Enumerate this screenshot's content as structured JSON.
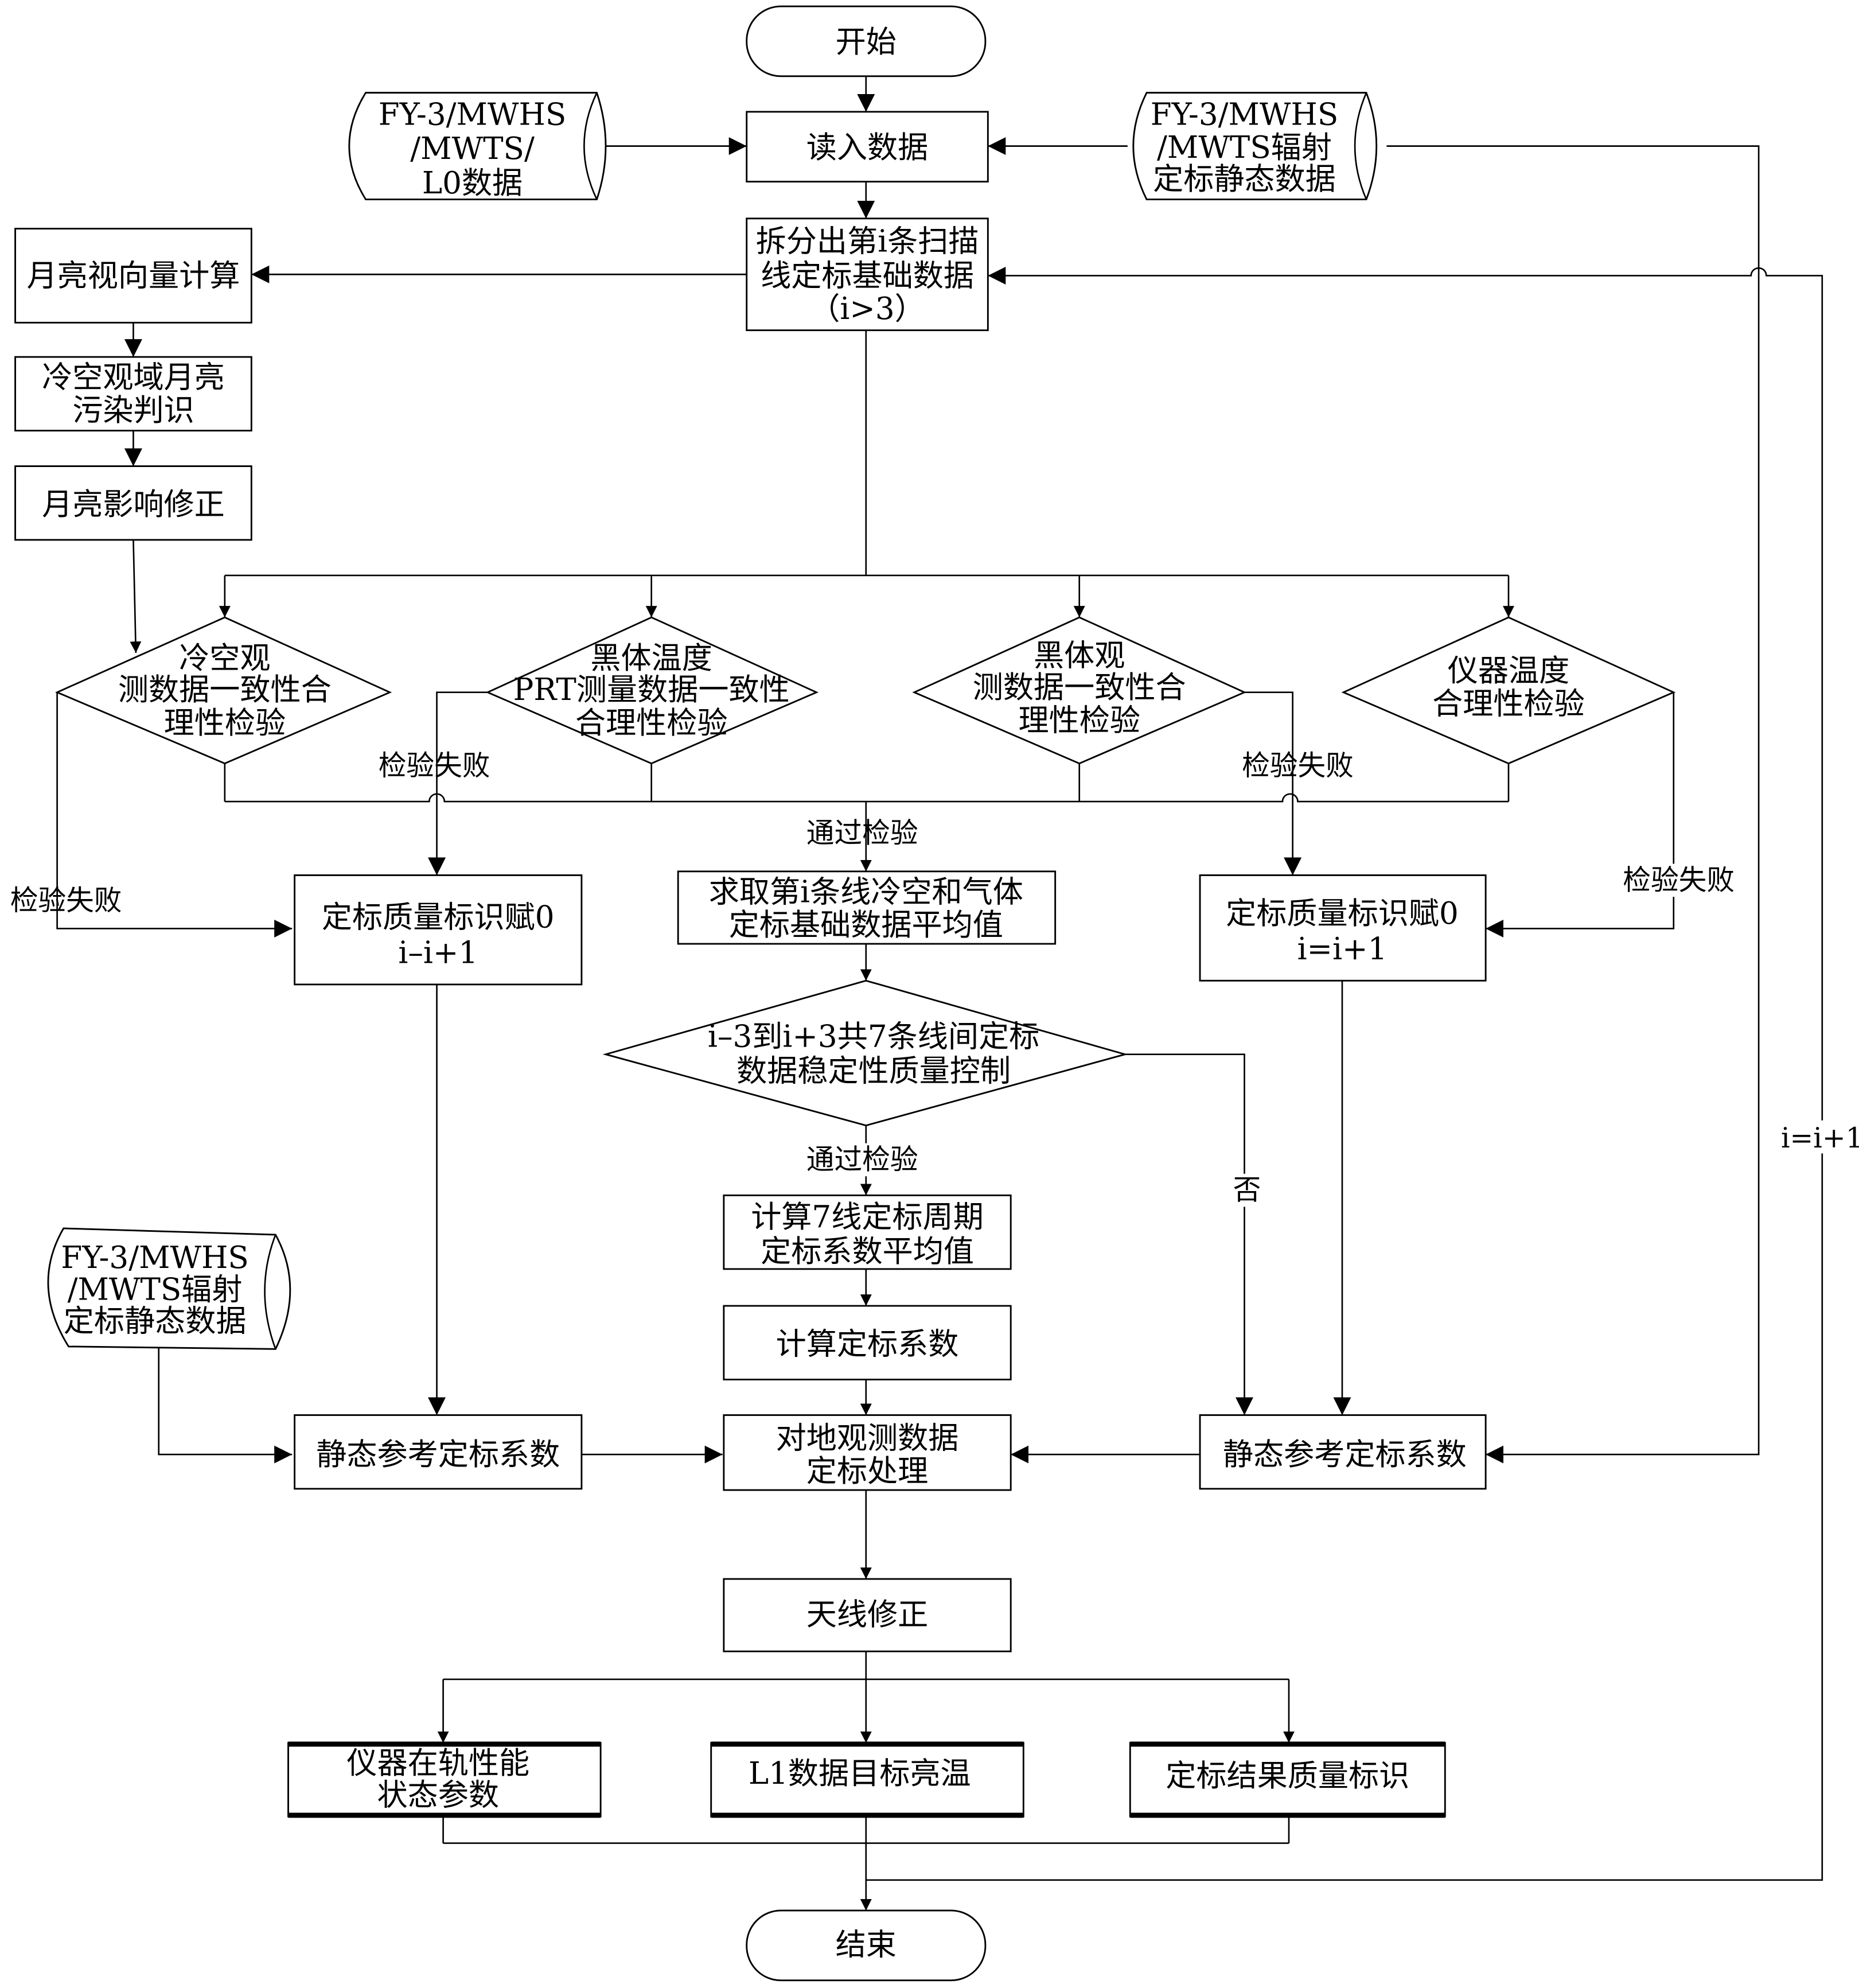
{
  "diagram": {
    "type": "flowchart",
    "nodes": {
      "start": {
        "kind": "terminal",
        "text": "开始"
      },
      "input_l0": {
        "kind": "data-store",
        "lines": [
          "FY-3/MWHS",
          "/MWTS/",
          "L0数据"
        ]
      },
      "read_data": {
        "kind": "process",
        "text": "读入数据"
      },
      "static_data_top": {
        "kind": "data-store",
        "lines": [
          "FY-3/MWHS",
          "/MWTS辐射",
          "定标静态数据"
        ]
      },
      "split_scan": {
        "kind": "process",
        "lines": [
          "拆分出第i条扫描",
          "线定标基础数据",
          "（i>3）"
        ]
      },
      "moon_vector": {
        "kind": "process",
        "text": "月亮视向量计算"
      },
      "moon_contam": {
        "kind": "process",
        "lines": [
          "冷空观域月亮",
          "污染判识"
        ]
      },
      "moon_correct": {
        "kind": "process",
        "text": "月亮影响修正"
      },
      "check_cold": {
        "kind": "decision",
        "lines": [
          "冷空观",
          "测数据一致性合",
          "理性检验"
        ]
      },
      "check_prt": {
        "kind": "decision",
        "lines": [
          "黑体温度",
          "PRT测量数据一致性",
          "合理性检验"
        ]
      },
      "check_blackbody": {
        "kind": "decision",
        "lines": [
          "黑体观",
          "测数据一致性合",
          "理性检验"
        ]
      },
      "check_instr_temp": {
        "kind": "decision",
        "lines": [
          "仪器温度",
          "合理性检验"
        ]
      },
      "flag_left": {
        "kind": "process",
        "lines": [
          "定标质量标识赋0",
          "i–i+1"
        ]
      },
      "average": {
        "kind": "process",
        "lines": [
          "求取第i条线冷空和气体",
          "定标基础数据平均值"
        ]
      },
      "flag_right": {
        "kind": "process",
        "lines": [
          "定标质量标识赋0",
          "i=i+1"
        ]
      },
      "stability": {
        "kind": "decision",
        "lines": [
          "i–3到i+3共7条线间定标",
          "数据稳定性质量控制"
        ]
      },
      "avg_coeff": {
        "kind": "process",
        "lines": [
          "计算7线定标周期",
          "定标系数平均值"
        ]
      },
      "calc_coeff": {
        "kind": "process",
        "text": "计算定标系数"
      },
      "static_data_left": {
        "kind": "data-store",
        "lines": [
          "FY-3/MWHS",
          "/MWTS辐射",
          "定标静态数据"
        ]
      },
      "static_ref_left": {
        "kind": "process",
        "text": "静态参考定标系数"
      },
      "ground_calib": {
        "kind": "process",
        "lines": [
          "对地观测数据",
          "定标处理"
        ]
      },
      "static_ref_right": {
        "kind": "process",
        "text": "静态参考定标系数"
      },
      "antenna": {
        "kind": "process",
        "text": "天线修正"
      },
      "out_perf": {
        "kind": "output",
        "lines": [
          "仪器在轨性能",
          "状态参数"
        ]
      },
      "out_l1": {
        "kind": "output",
        "text": "L1数据目标亮温"
      },
      "out_quality": {
        "kind": "output",
        "text": "定标结果质量标识"
      },
      "end": {
        "kind": "terminal",
        "text": "结束"
      }
    },
    "edge_labels": {
      "fail_prt": "检验失败",
      "fail_blackbody": "检验失败",
      "fail_cold": "检验失败",
      "fail_instr": "检验失败",
      "pass_1": "通过检验",
      "pass_2": "通过检验",
      "no": "否",
      "loop": "i=i+1"
    }
  }
}
